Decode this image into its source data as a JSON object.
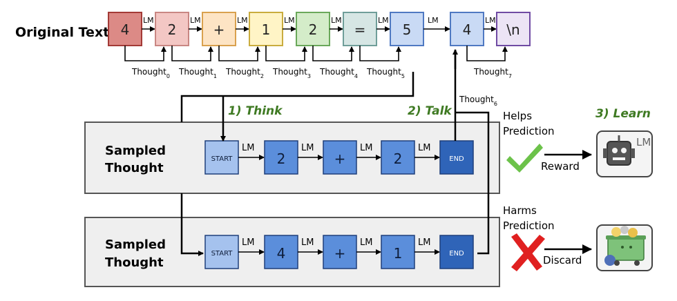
{
  "original_text": {
    "label": "Original Text",
    "tokens": [
      {
        "text": "4",
        "fill": "#dc8a86",
        "stroke": "#a33a36"
      },
      {
        "text": "2",
        "fill": "#f3c7c4",
        "stroke": "#c98783"
      },
      {
        "text": "+",
        "fill": "#fde4c4",
        "stroke": "#d9a14e"
      },
      {
        "text": "1",
        "fill": "#fff4c6",
        "stroke": "#c9ac3e"
      },
      {
        "text": "2",
        "fill": "#d4ecc9",
        "stroke": "#6aa85a"
      },
      {
        "text": "=",
        "fill": "#d6e6e4",
        "stroke": "#6f9e99"
      },
      {
        "text": "5",
        "fill": "#c9daf5",
        "stroke": "#4f79c2"
      },
      {
        "text": "4",
        "fill": "#c9daf5",
        "stroke": "#4f79c2"
      },
      {
        "text": "\\n",
        "fill": "#ece4f5",
        "stroke": "#6f4aa3"
      }
    ],
    "lm_label": "LM",
    "thoughts": [
      {
        "base": "Thought",
        "sub": "0"
      },
      {
        "base": "Thought",
        "sub": "1"
      },
      {
        "base": "Thought",
        "sub": "2"
      },
      {
        "base": "Thought",
        "sub": "3"
      },
      {
        "base": "Thought",
        "sub": "4"
      },
      {
        "base": "Thought",
        "sub": "5"
      },
      {
        "base": "Thought",
        "sub": "6"
      },
      {
        "base": "Thought",
        "sub": "7"
      }
    ]
  },
  "steps": {
    "think": "1) Think",
    "talk": "2) Talk",
    "learn": "3) Learn",
    "color": "#3f7a23"
  },
  "panels": [
    {
      "title_line1": "Sampled",
      "title_line2": "Thought",
      "tokens": [
        "START",
        "2",
        "+",
        "2",
        "END"
      ],
      "lm_label": "LM",
      "outcome_line1": "Helps",
      "outcome_line2": "Prediction",
      "action": "Reward",
      "mark": "check",
      "icon": "robot-lm-icon",
      "icon_label": "LM"
    },
    {
      "title_line1": "Sampled",
      "title_line2": "Thought",
      "tokens": [
        "START",
        "4",
        "+",
        "1",
        "END"
      ],
      "lm_label": "LM",
      "outcome_line1": "Harms",
      "outcome_line2": "Prediction",
      "action": "Discard",
      "mark": "cross",
      "icon": "trash-bin-icon"
    }
  ],
  "colors": {
    "panel_fill": "#efefef",
    "panel_stroke": "#555555",
    "token_blue": "#5b8edb",
    "token_start": "#a5c2ee",
    "token_end": "#2f64b8",
    "check": "#6cc24a",
    "cross": "#e02020"
  }
}
